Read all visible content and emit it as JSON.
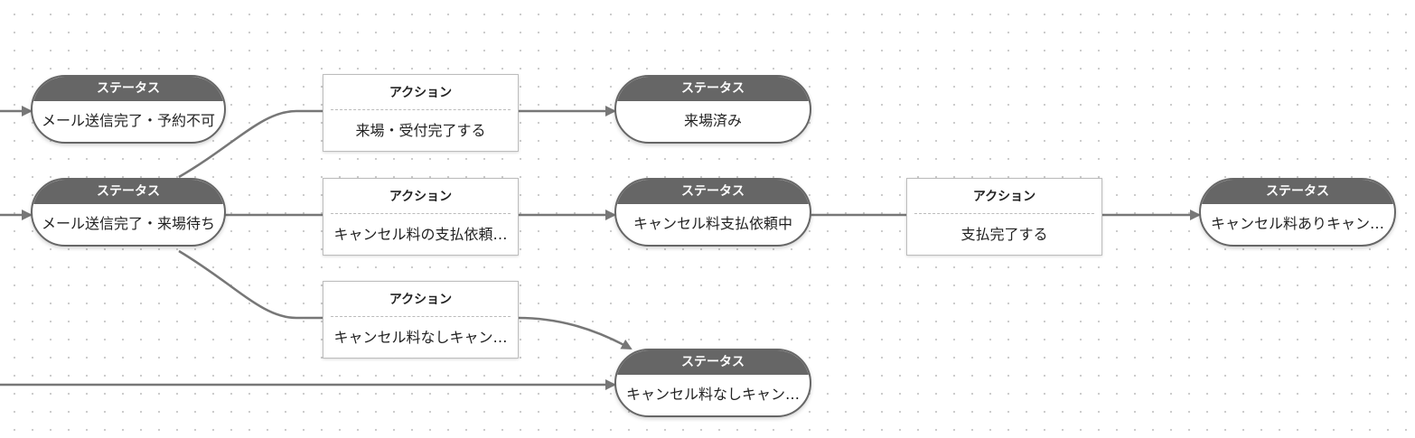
{
  "status_header": "ステータス",
  "action_header": "アクション",
  "status_nodes": [
    {
      "id": "s1",
      "label": "メール送信完了・予約不可"
    },
    {
      "id": "s2",
      "label": "メール送信完了・来場待ち"
    },
    {
      "id": "s3",
      "label": "来場済み"
    },
    {
      "id": "s4",
      "label": "キャンセル料支払依頼中"
    },
    {
      "id": "s5",
      "label": "キャンセル料ありキャン…"
    },
    {
      "id": "s6",
      "label": "キャンセル料なしキャン…"
    }
  ],
  "action_nodes": [
    {
      "id": "a1",
      "label": "来場・受付完了する"
    },
    {
      "id": "a2",
      "label": "キャンセル料の支払依頼…"
    },
    {
      "id": "a3",
      "label": "キャンセル料なしキャン…"
    },
    {
      "id": "a4",
      "label": "支払完了する"
    }
  ],
  "colors": {
    "edge": "#777777",
    "status_header_bg": "#666666"
  }
}
